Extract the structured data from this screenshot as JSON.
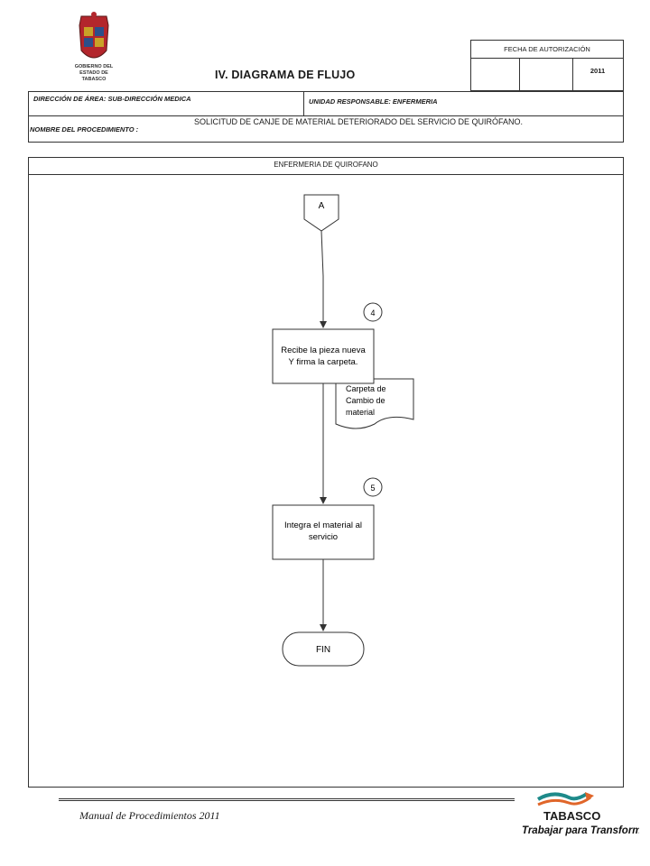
{
  "header": {
    "logo_text": [
      "GOBIERNO DEL",
      "ESTADO DE",
      "TABASCO"
    ],
    "title": "IV. DIAGRAMA  DE FLUJO",
    "fecha_label": "FECHA DE AUTORIZACIÓN",
    "fecha_year": "2011",
    "direccion": "DIRECCIÓN DE ÁREA: SUB-DIRECCIÓN MEDICA",
    "unidad": "UNIDAD RESPONSABLE: ENFERMERIA",
    "procedimiento_label": "NOMBRE DEL PROCEDIMIENTO :",
    "procedimiento_value": "SOLICITUD DE CANJE DE MATERIAL DETERIORADO DEL SERVICIO DE QUIRÓFANO."
  },
  "swimlane": {
    "title": "ENFERMERIA DE QUIROFANO"
  },
  "flow": {
    "connector_label": "A",
    "step4_number": "4",
    "step4_lines": [
      "Recibe la pieza nueva",
      "Y firma la carpeta."
    ],
    "document_lines": [
      "Carpeta de",
      "Cambio de",
      "material"
    ],
    "step5_number": "5",
    "step5_lines": [
      "Integra el material al",
      "servicio"
    ],
    "end_label": "FIN"
  },
  "footer": {
    "manual": "Manual de Procedimientos 2011",
    "brand": "TABASCO",
    "slogan": "Trabajar para Transformar"
  },
  "colors": {
    "line": "#333333",
    "logo_red": "#b3262c",
    "logo_gold": "#c9a227",
    "brand_teal": "#1e8a8a",
    "brand_orange": "#e0662a"
  }
}
